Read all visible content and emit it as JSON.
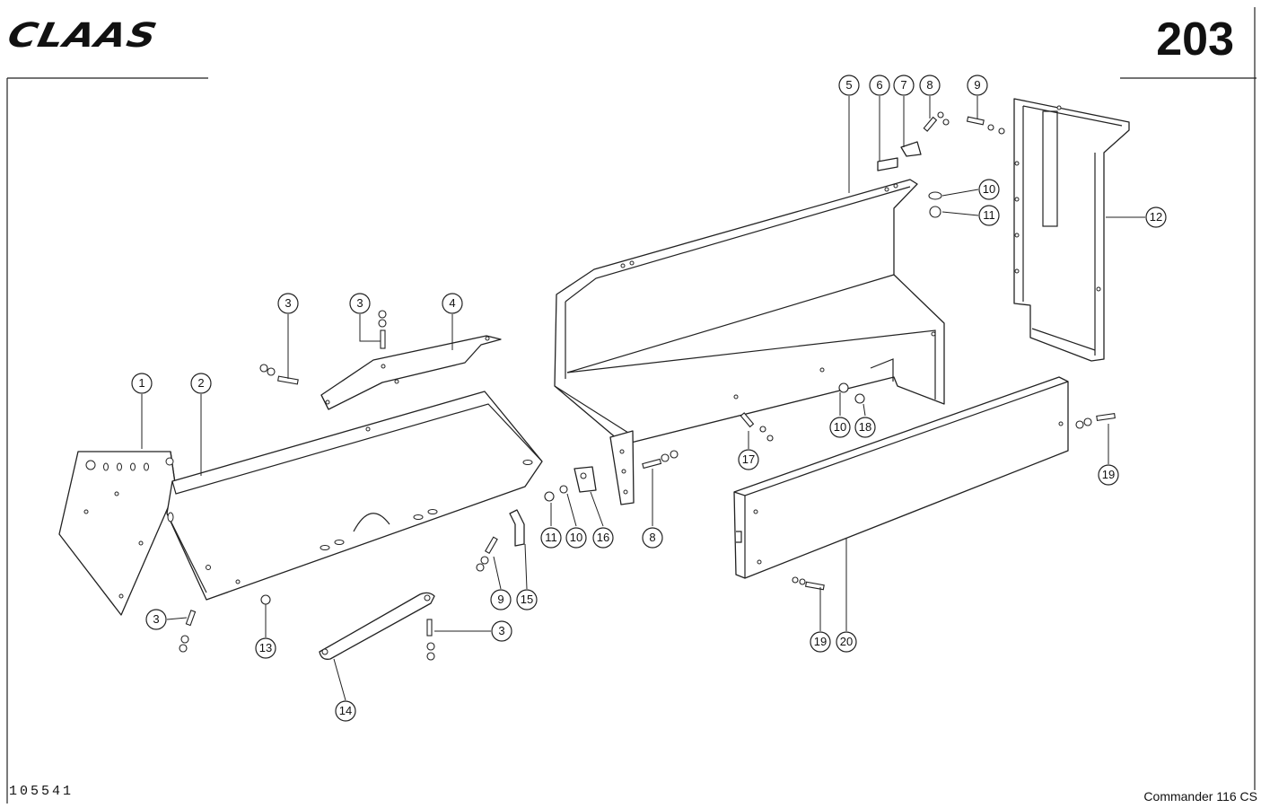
{
  "header": {
    "brand": "CLAAS",
    "page_number": "203"
  },
  "footer": {
    "drawing_number": "105541",
    "model": "Commander 116 CS"
  },
  "callouts": [
    {
      "label": "1"
    },
    {
      "label": "2"
    },
    {
      "label": "3"
    },
    {
      "label": "3"
    },
    {
      "label": "4"
    },
    {
      "label": "5"
    },
    {
      "label": "6"
    },
    {
      "label": "7"
    },
    {
      "label": "8"
    },
    {
      "label": "9"
    },
    {
      "label": "10"
    },
    {
      "label": "11"
    },
    {
      "label": "12"
    },
    {
      "label": "10"
    },
    {
      "label": "18"
    },
    {
      "label": "17"
    },
    {
      "label": "8"
    },
    {
      "label": "11"
    },
    {
      "label": "10"
    },
    {
      "label": "16"
    },
    {
      "label": "9"
    },
    {
      "label": "15"
    },
    {
      "label": "3"
    },
    {
      "label": "13"
    },
    {
      "label": "3"
    },
    {
      "label": "14"
    },
    {
      "label": "19"
    },
    {
      "label": "19"
    },
    {
      "label": "20"
    }
  ]
}
